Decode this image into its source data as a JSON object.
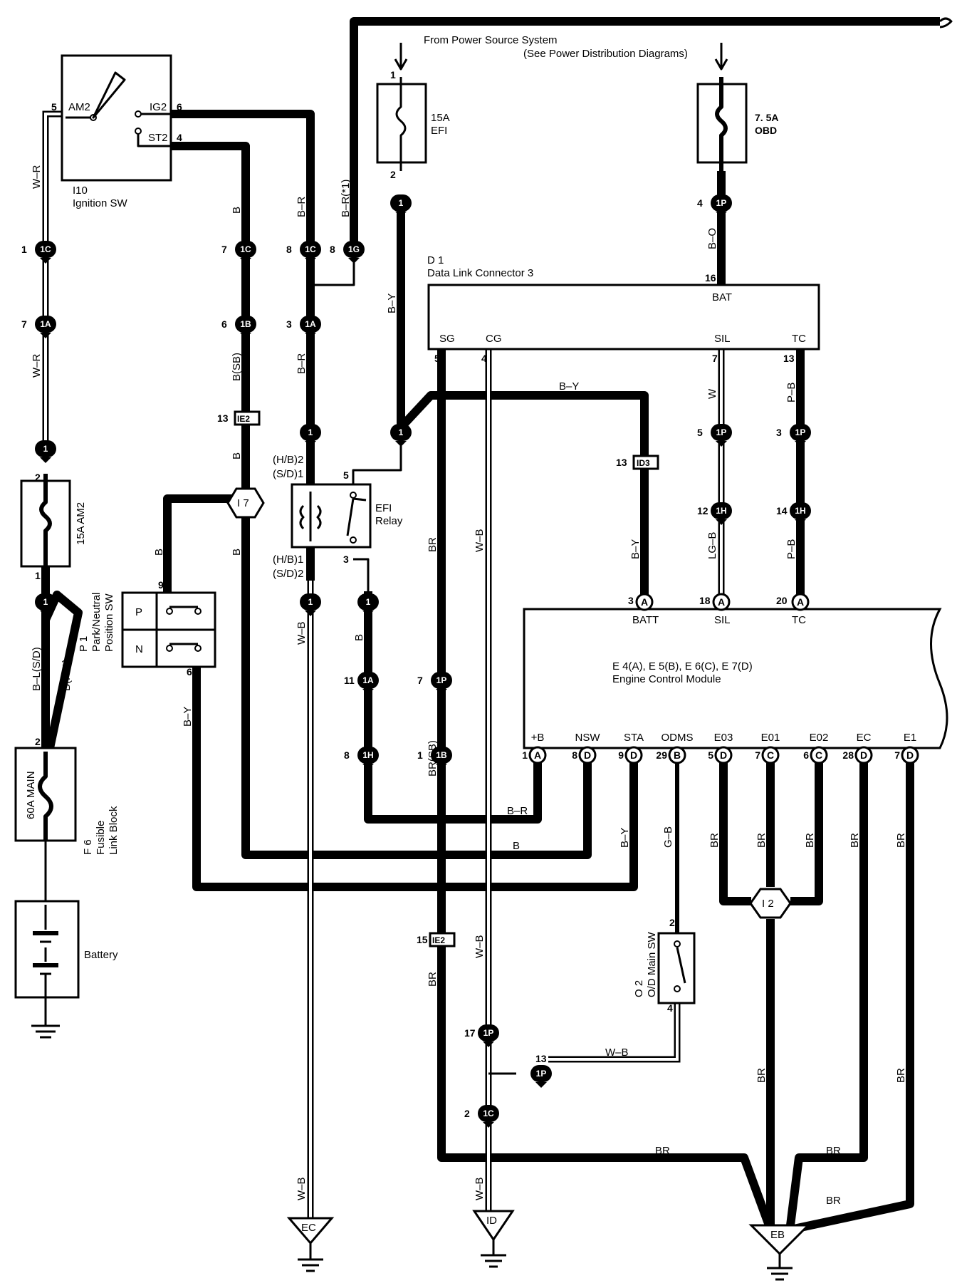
{
  "power_source": {
    "line1": "From Power Source System",
    "line2": "(See Power Distribution Diagrams)"
  },
  "components": {
    "ignition_sw": {
      "id": "I10",
      "name": "Ignition SW",
      "am2": "AM2",
      "ig2": "IG2",
      "st2": "ST2",
      "pin_am2": "5",
      "pin_ig2": "6",
      "pin_st2": "4"
    },
    "fuse_efi": {
      "rating": "15A",
      "name": "EFI",
      "pin_top": "1",
      "pin_bot": "2"
    },
    "fuse_obd": {
      "rating": "7. 5A",
      "name": "OBD"
    },
    "fuse_am2": {
      "label": "15A AM2",
      "pin_top": "2",
      "pin_bot": "1"
    },
    "fusible_link": {
      "label": "60A MAIN",
      "id": "F 6",
      "name1": "Fusible",
      "name2": "Link Block",
      "pin": "2"
    },
    "battery": {
      "name": "Battery"
    },
    "dlc3": {
      "id": "D 1",
      "name": "Data Link Connector 3",
      "bat": "BAT",
      "sg": "SG",
      "cg": "CG",
      "sil": "SIL",
      "tc": "TC",
      "pin_bat": "16",
      "pin_sg": "5",
      "pin_cg": "4",
      "pin_sil": "7",
      "pin_tc": "13"
    },
    "efi_relay": {
      "name1": "EFI",
      "name2": "Relay",
      "hb2": "(H/B)2",
      "sd1": "(S/D)1",
      "hb1": "(H/B)1",
      "sd2": "(S/D)2",
      "pin5": "5",
      "pin3": "3"
    },
    "pn_sw": {
      "id": "P 1",
      "name1": "Park/Neutral",
      "name2": "Position SW",
      "p": "P",
      "n": "N",
      "pin9": "9",
      "pin6": "6"
    },
    "ecm": {
      "line1": "E 4(A), E 5(B), E 6(C), E 7(D)",
      "line2": "Engine Control Module",
      "batt": "BATT",
      "sil": "SIL",
      "tc": "TC",
      "pin_batt": "3",
      "pin_sil": "18",
      "pin_tc": "20",
      "bottom": [
        {
          "pin": "1",
          "c": "A",
          "name": "+B"
        },
        {
          "pin": "8",
          "c": "D",
          "name": "NSW"
        },
        {
          "pin": "9",
          "c": "D",
          "name": "STA"
        },
        {
          "pin": "29",
          "c": "B",
          "name": "ODMS"
        },
        {
          "pin": "5",
          "c": "D",
          "name": "E03"
        },
        {
          "pin": "7",
          "c": "C",
          "name": "E01"
        },
        {
          "pin": "6",
          "c": "C",
          "name": "E02"
        },
        {
          "pin": "28",
          "c": "D",
          "name": "EC"
        },
        {
          "pin": "7",
          "c": "D",
          "name": "E1"
        }
      ]
    },
    "od_sw": {
      "id": "O 2",
      "name": "O/D Main SW",
      "pin2": "2",
      "pin4": "4"
    }
  },
  "connectors": {
    "c1": "1",
    "c1C": "1C",
    "c1A": "1A",
    "c1B": "1B",
    "c1G": "1G",
    "c1P": "1P",
    "c1H": "1H",
    "ie2": "IE2",
    "id3": "ID3",
    "j7": "I 7",
    "j2": "I 2"
  },
  "pins": {
    "p1": "1",
    "p2": "2",
    "p3": "3",
    "p4": "4",
    "p5": "5",
    "p6": "6",
    "p7": "7",
    "p8": "8",
    "p11": "11",
    "p12": "12",
    "p13": "13",
    "p14": "14",
    "p15": "15",
    "p16": "16",
    "p17": "17"
  },
  "wires": {
    "wr": "W–R",
    "b": "B",
    "br": "B–R",
    "br1": "B–R(*1)",
    "bsb": "B(SB)",
    "by": "B–Y",
    "bo": "B–O",
    "w": "W",
    "pb": "P–B",
    "lgb": "LG–B",
    "brn": "BR",
    "wb": "W–B",
    "brsb": "BR(SB)",
    "gb": "G–B",
    "bl": "B–L(S/D)",
    "bhb": "B(H/B)"
  },
  "grounds": {
    "ec": "EC",
    "id": "ID",
    "eb": "EB"
  }
}
